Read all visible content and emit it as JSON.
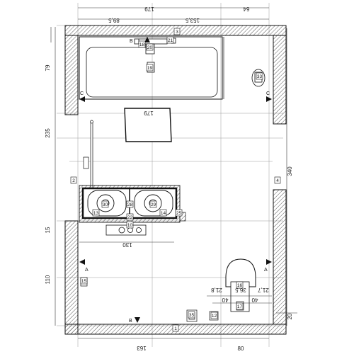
{
  "drawing": {
    "dimensions_top": [
      "179",
      "64",
      "89,5",
      "153,5"
    ],
    "dimensions_bottom": [
      "163",
      "80"
    ],
    "dimensions_left": [
      "79",
      "235",
      "15",
      "110"
    ],
    "dimension_right": "340",
    "dimension_right_small": "20",
    "dimension_counter": "130",
    "dimension_mat": "179",
    "wc_dimensions": [
      "21,8",
      "36,5",
      "21,7",
      "40",
      "40"
    ],
    "wall_tags": [
      "1",
      "2",
      "3",
      "4"
    ],
    "section_markers": [
      "A",
      "A",
      "B",
      "B",
      "C",
      "C"
    ],
    "fixture_tags": [
      "33",
      "19",
      "20",
      "21",
      "18",
      "30",
      "29",
      "28",
      "13",
      "14",
      "25",
      "22",
      "10",
      "35",
      "16",
      "15",
      "17",
      "12"
    ]
  },
  "colors": {
    "line": "#111111",
    "guide": "#9a9a9a",
    "hatch": "#444444"
  }
}
